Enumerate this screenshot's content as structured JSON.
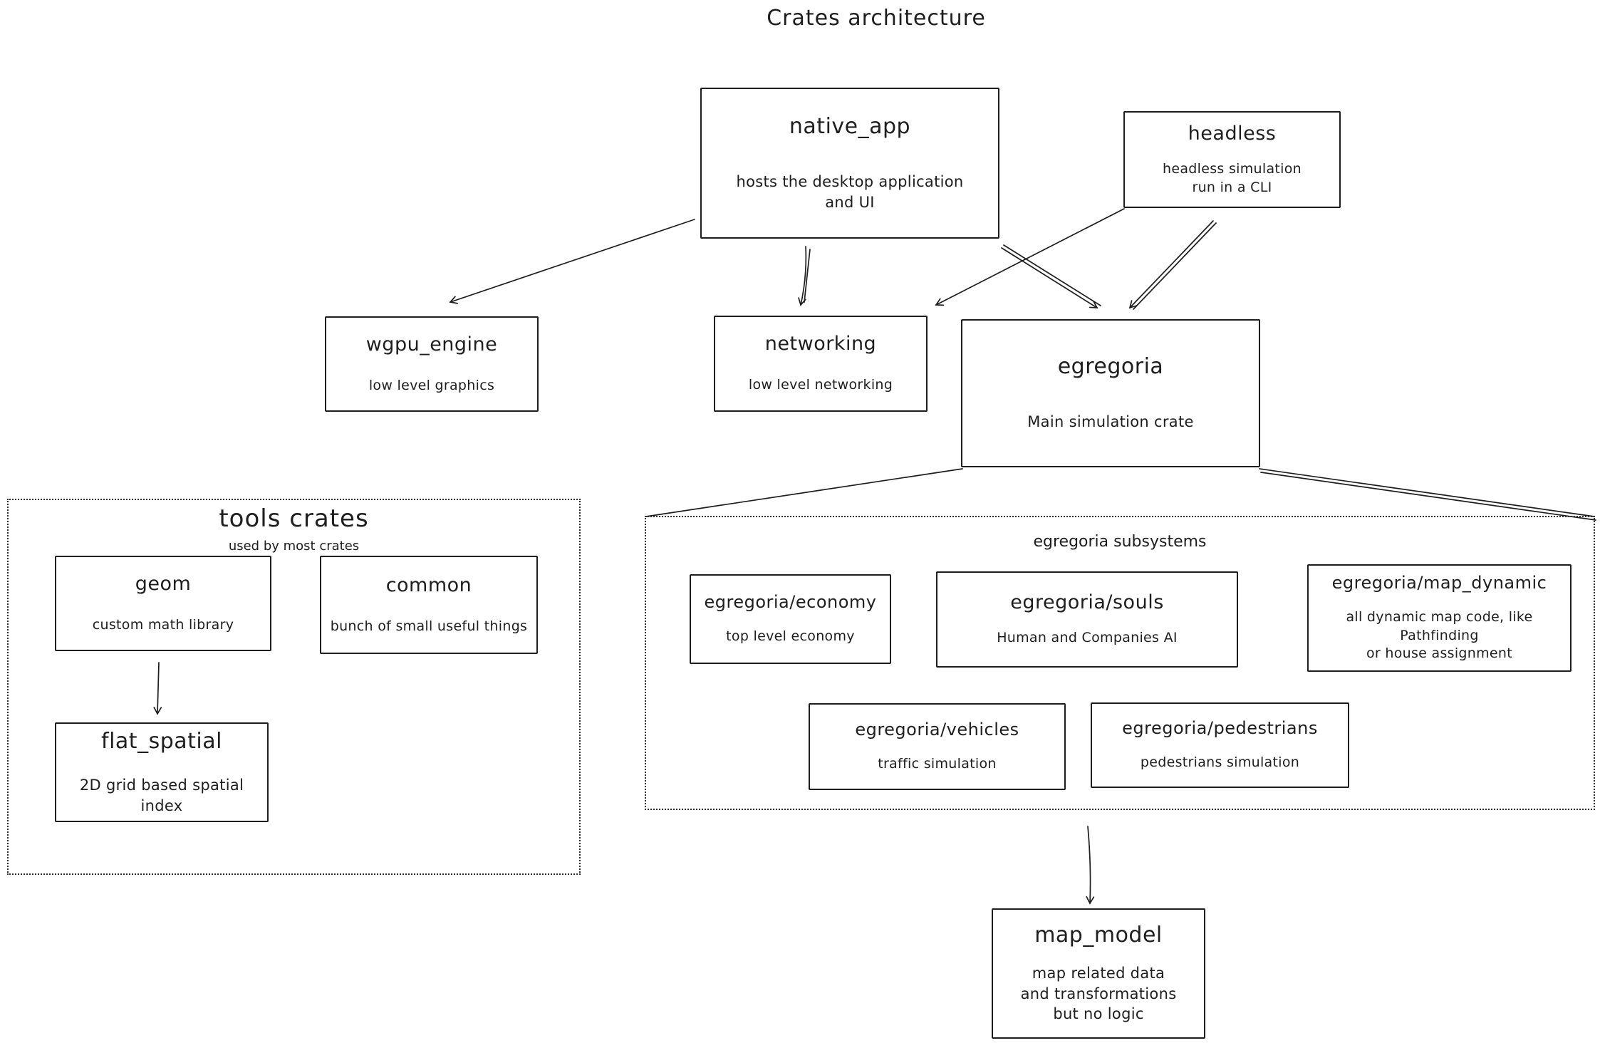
{
  "title": "Crates architecture",
  "colors": {
    "stroke": "#1e1e1e",
    "background": "#ffffff"
  },
  "nodes": {
    "native_app": {
      "title": "native_app",
      "desc": "hosts the desktop application\nand UI"
    },
    "headless": {
      "title": "headless",
      "desc": "headless simulation\nrun in a CLI"
    },
    "wgpu_engine": {
      "title": "wgpu_engine",
      "desc": "low level graphics"
    },
    "networking": {
      "title": "networking",
      "desc": "low level networking"
    },
    "egregoria": {
      "title": "egregoria",
      "desc": "Main simulation crate"
    },
    "geom": {
      "title": "geom",
      "desc": "custom math library"
    },
    "common": {
      "title": "common",
      "desc": "bunch of small useful things"
    },
    "flat_spatial": {
      "title": "flat_spatial",
      "desc": "2D grid based spatial index"
    },
    "economy": {
      "title": "egregoria/economy",
      "desc": "top level economy"
    },
    "souls": {
      "title": "egregoria/souls",
      "desc": "Human and Companies AI"
    },
    "map_dynamic": {
      "title": "egregoria/map_dynamic",
      "desc": "all dynamic map code, like Pathfinding\nor house assignment"
    },
    "vehicles": {
      "title": "egregoria/vehicles",
      "desc": "traffic simulation"
    },
    "pedestrians": {
      "title": "egregoria/pedestrians",
      "desc": "pedestrians simulation"
    },
    "map_model": {
      "title": "map_model",
      "desc": "map related data\nand transformations\nbut no logic"
    }
  },
  "groups": {
    "tools": {
      "title": "tools crates",
      "subtitle": "used by most crates"
    },
    "subsystems": {
      "label": "egregoria subsystems"
    }
  }
}
